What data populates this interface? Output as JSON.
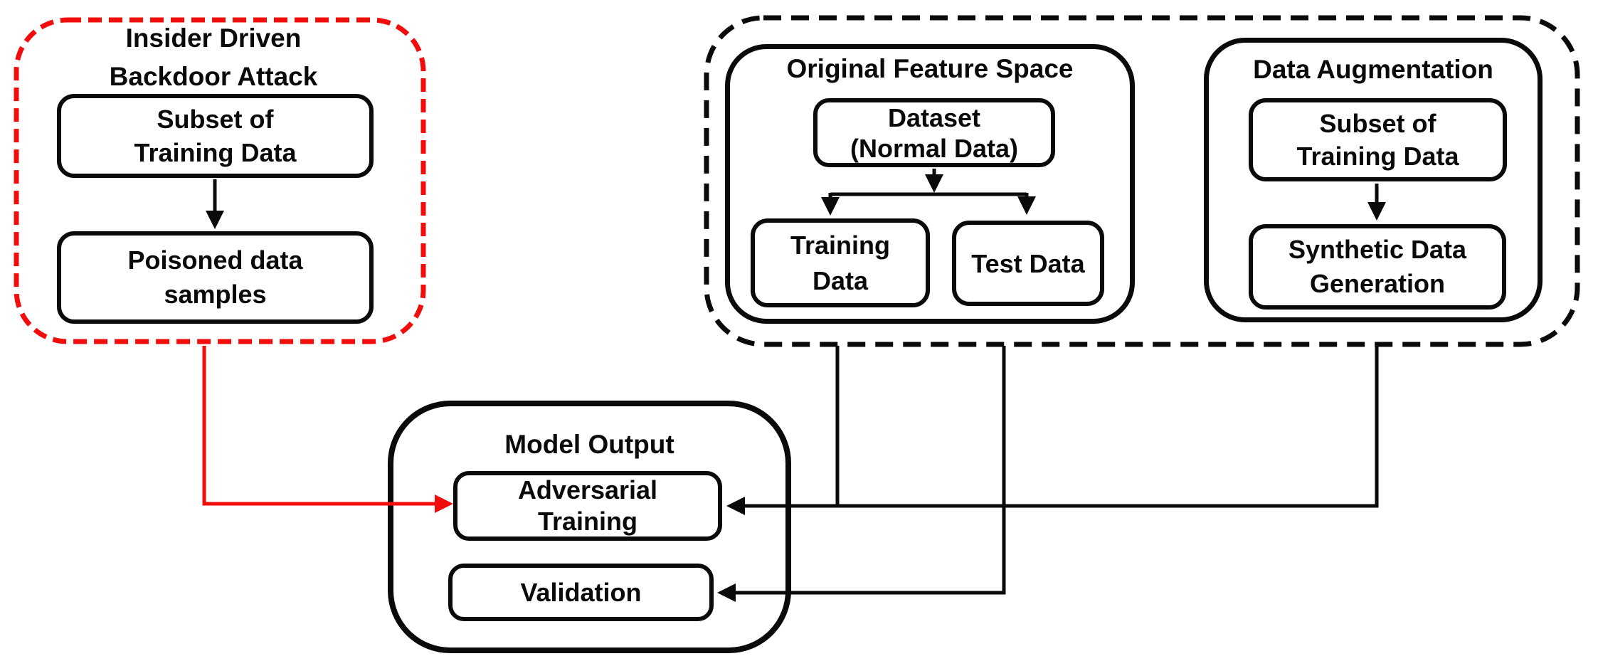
{
  "palette": {
    "background": "#ffffff",
    "line_black": "#0a0a0a",
    "accent_red": "#f20d0d"
  },
  "groups": {
    "insider": {
      "title": [
        "Insider Driven",
        "Backdoor Attack"
      ],
      "boxes": {
        "subset": [
          "Subset of",
          "Training Data"
        ],
        "poisoned": [
          "Poisoned data",
          "samples"
        ]
      }
    },
    "feature_space": {
      "title": "Original Feature Space",
      "boxes": {
        "dataset": [
          "Dataset",
          "(Normal Data)"
        ],
        "training": [
          "Training",
          "Data"
        ],
        "test": [
          "Test Data"
        ]
      }
    },
    "augmentation": {
      "title": "Data Augmentation",
      "boxes": {
        "subset": [
          "Subset of",
          "Training Data"
        ],
        "synthetic": [
          "Synthetic Data",
          "Generation"
        ]
      }
    },
    "model_output": {
      "title": "Model Output",
      "boxes": {
        "adversarial": [
          "Adversarial",
          "Training"
        ],
        "validation": [
          "Validation"
        ]
      }
    }
  }
}
